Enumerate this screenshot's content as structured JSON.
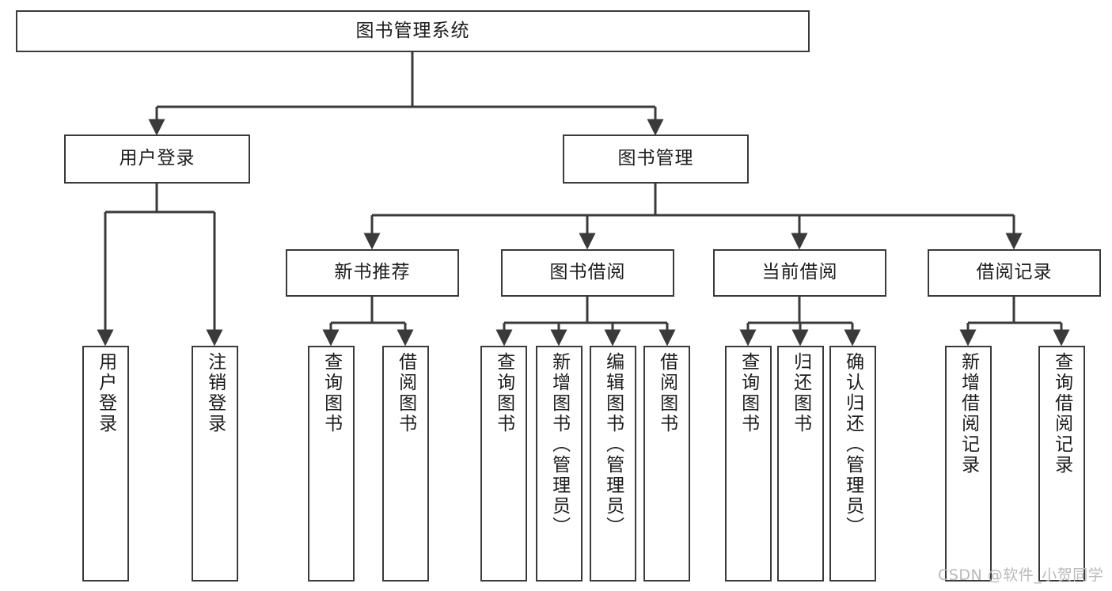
{
  "diagram": {
    "type": "tree-hierarchy-chart",
    "title_text": "图书管理系统",
    "watermark": "CSDN @软件_小贺同学",
    "colors": {
      "box_border": "#3a3a3a",
      "box_fill": "#ffffff",
      "edge": "#3a3a3a",
      "text": "#1c1c1c",
      "watermark": "#b9b9b9",
      "background": "#ffffff"
    },
    "nodes": {
      "root": {
        "label": "图书管理系统",
        "level": 1,
        "orientation": "horizontal"
      },
      "user_login": {
        "label": "用户登录",
        "level": 2,
        "orientation": "horizontal"
      },
      "book_manage": {
        "label": "图书管理",
        "level": 2,
        "orientation": "horizontal"
      },
      "new_book_recommend": {
        "label": "新书推荐",
        "level": 3,
        "orientation": "horizontal"
      },
      "book_borrow": {
        "label": "图书借阅",
        "level": 3,
        "orientation": "horizontal"
      },
      "current_borrow": {
        "label": "当前借阅",
        "level": 3,
        "orientation": "horizontal"
      },
      "borrow_record": {
        "label": "借阅记录",
        "level": 3,
        "orientation": "horizontal"
      },
      "leaf_user_login": {
        "label": "用户登录",
        "level": 4,
        "orientation": "vertical"
      },
      "leaf_logout": {
        "label": "注销登录",
        "level": 4,
        "orientation": "vertical"
      },
      "leaf_query_book_1": {
        "label": "查询图书",
        "level": 4,
        "orientation": "vertical"
      },
      "leaf_borrow_book_1": {
        "label": "借阅图书",
        "level": 4,
        "orientation": "vertical"
      },
      "leaf_query_book_2": {
        "label": "查询图书",
        "level": 4,
        "orientation": "vertical"
      },
      "leaf_add_book": {
        "label": "新增图书（管理员）",
        "level": 4,
        "orientation": "vertical"
      },
      "leaf_edit_book": {
        "label": "编辑图书（管理员）",
        "level": 4,
        "orientation": "vertical"
      },
      "leaf_borrow_book_2": {
        "label": "借阅图书",
        "level": 4,
        "orientation": "vertical"
      },
      "leaf_query_book_3": {
        "label": "查询图书",
        "level": 4,
        "orientation": "vertical"
      },
      "leaf_return_book": {
        "label": "归还图书",
        "level": 4,
        "orientation": "vertical"
      },
      "leaf_confirm_return": {
        "label": "确认归还（管理员）",
        "level": 4,
        "orientation": "vertical"
      },
      "leaf_add_record": {
        "label": "新增借阅记录",
        "level": 4,
        "orientation": "vertical"
      },
      "leaf_query_record": {
        "label": "查询借阅记录",
        "level": 4,
        "orientation": "vertical"
      }
    },
    "edges": [
      {
        "from": "root",
        "to": "user_login"
      },
      {
        "from": "root",
        "to": "book_manage"
      },
      {
        "from": "user_login",
        "to": "leaf_user_login"
      },
      {
        "from": "user_login",
        "to": "leaf_logout"
      },
      {
        "from": "book_manage",
        "to": "new_book_recommend"
      },
      {
        "from": "book_manage",
        "to": "book_borrow"
      },
      {
        "from": "book_manage",
        "to": "current_borrow"
      },
      {
        "from": "book_manage",
        "to": "borrow_record"
      },
      {
        "from": "new_book_recommend",
        "to": "leaf_query_book_1"
      },
      {
        "from": "new_book_recommend",
        "to": "leaf_borrow_book_1"
      },
      {
        "from": "book_borrow",
        "to": "leaf_query_book_2"
      },
      {
        "from": "book_borrow",
        "to": "leaf_add_book"
      },
      {
        "from": "book_borrow",
        "to": "leaf_edit_book"
      },
      {
        "from": "book_borrow",
        "to": "leaf_borrow_book_2"
      },
      {
        "from": "current_borrow",
        "to": "leaf_query_book_3"
      },
      {
        "from": "current_borrow",
        "to": "leaf_return_book"
      },
      {
        "from": "current_borrow",
        "to": "leaf_confirm_return"
      },
      {
        "from": "borrow_record",
        "to": "leaf_add_record"
      },
      {
        "from": "borrow_record",
        "to": "leaf_query_record"
      }
    ]
  }
}
